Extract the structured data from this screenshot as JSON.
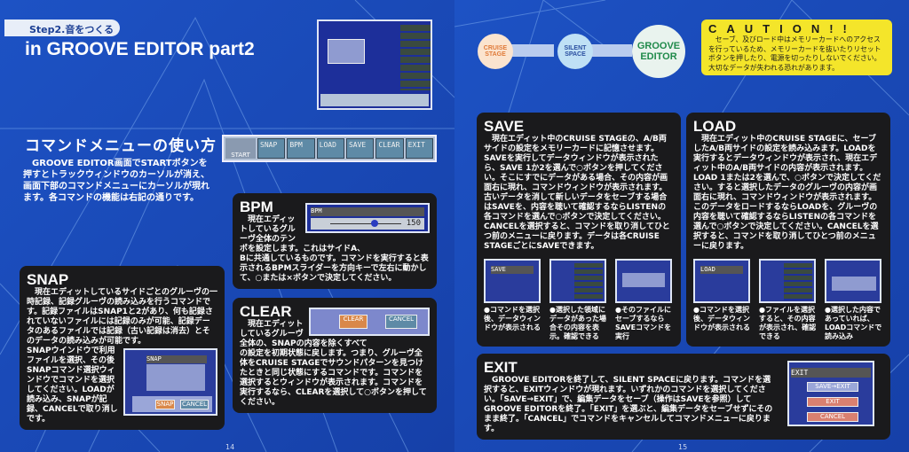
{
  "left": {
    "step_tag": "Step2.音をつくる",
    "title": "in GROOVE EDITOR part2",
    "section_title": "コマンドメニューの使い方",
    "intro": "　GROOVE EDITOR画面でSTARTボタンを押すとトラックウィンドウのカーソルが消え、画面下部のコマンドメニューにカーソルが現れます。各コマンドの機能は右記の通りです。",
    "command_bar": {
      "start": "START",
      "items": [
        "SNAP",
        "BPM",
        "LOAD",
        "SAVE",
        "CLEAR",
        "EXIT"
      ]
    },
    "snap": {
      "title": "SNAP",
      "text1": "　現在エディットしているサイドごとのグルーヴの一時記録、記録グルーヴの読み込みを行うコマンドです。記録ファイルはSNAP1と2があり、何も記録されていないファイルには記録のみが可能、記録データのあるファイルでは記録（古い記録は消去）とそのデータの読み込みが可能です。",
      "text2": "SNAPウインドウで利用ファイルを選択、その後SNAPコマンド選択ウィンドウでコマンドを選択してください。LOADが読み込み、SNAPが記録、CANCELで取り消しです。",
      "shot_title": "SNAP",
      "shot_buttons": [
        "SNAP",
        "CANCEL"
      ]
    },
    "bpm": {
      "title": "BPM",
      "text1": "　現在エディットしているグルーヴ全体のテンポを設定します。これはサイドA、",
      "text2": "Bに共通しているものです。コマンドを実行すると表示されるBPMスライダーを方向キーで左右に動かして、○または×ボタンで決定してください。",
      "slider_label": "BPM",
      "slider_value": "150",
      "slider_fraction": 0.62
    },
    "clear": {
      "title": "CLEAR",
      "text1": "　現在エディットしているグルーヴ全体の、SNAPの内容を除くすべて",
      "text2": "の設定を初期状態に戻します。つまり、グルーヴ全体をCRUISE STAGEでサウンドパターンを見つけたときと同じ状態にするコマンドです。コマンドを選択するとウィンドウが表示されます。コマンドを実行するなら、CLEARを選択して○ボタンを押してください。",
      "buttons": [
        "CLEAR",
        "CANCEL"
      ]
    },
    "page_number": "14"
  },
  "right": {
    "flow": [
      "CRUISE STAGE",
      "SILENT SPACE",
      "GROOVE EDITOR"
    ],
    "caution": {
      "title": "CAUTION!!",
      "text": "　セーブ、及びロード中はメモリーカードへのアクセスを行っているため、メモリーカードを抜いたりリセットボタンを押したり、電源を切ったりしないでください。大切なデータが失われる恐れがあります。"
    },
    "save": {
      "title": "SAVE",
      "text": "　現在エディット中のCRUISE STAGEの、A/B両サイドの設定をメモリーカードに記憶させます。SAVEを実行してデータウィンドウが表示されたら、SAVE 1か2を選んで○ボタンを押してください。そこにすでにデータがある場合、その内容が画面右に現れ、コマンドウィンドウが表示されます。古いデータを消して新しいデータをセーブする場合はSAVEを、内容を聴いて確認するならLISTENの各コマンドを選んで○ボタンで決定してください。CANCELを選択すると、コマンドを取り消してひとつ前のメニューに戻ります。データは各CRUISE STAGEごとにSAVEできます。",
      "captions": [
        "●コマンドを選択後、データウィンドウが表示される",
        "●選択した領域にデータがあった場合その内容を表示。確認できる",
        "●そのファイルにセーブするならSAVEコマンドを実行"
      ],
      "shot_title": "SAVE"
    },
    "load": {
      "title": "LOAD",
      "text": "　現在エディット中のCRUISE STAGEに、セーブしたA/B両サイドの設定を読み込みます。LOADを実行するとデータウィンドウが表示され、現在エディット中のA/B両サイドの内容が表示されます。LOAD 1または2を選んで、○ボタンで決定してください。すると選択したデータのグルーヴの内容が画面右に現れ、コマンドウィンドウが表示されます。このデータをロードするならLOADを、グルーヴの内容を聴いて確認するならLISTENの各コマンドを選んで○ボタンで決定してください。CANCELを選択すると、コマンドを取り消してひとつ前のメニューに戻ります。",
      "captions": [
        "●コマンドを選択後、データウィンドウが表示される",
        "●ファイルを選択すると、その内容が表示され、確認できる",
        "●選択した内容であっていれば、LOADコマンドで読み込み"
      ],
      "shot_title": "LOAD"
    },
    "exit": {
      "title": "EXIT",
      "text": "　GROOVE EDITORを終了して、SILENT SPACEに戻ります。コマンドを選択すると、EXITウィンドウが現れます。いずれかのコマンドを選択してください。「SAVE→EXIT」で、編集データをセーブ（操作はSAVEを参照）してGROOVE EDITORを終了。「EXIT」を選ぶと、編集データをセーブせずにそのまま終了。「CANCEL」でコマンドをキャンセルしてコマンドメニューに戻ります。",
      "shot_title": "EXIT",
      "buttons": [
        "SAVE→EXIT",
        "EXIT",
        "CANCEL"
      ]
    },
    "page_number": "15"
  }
}
